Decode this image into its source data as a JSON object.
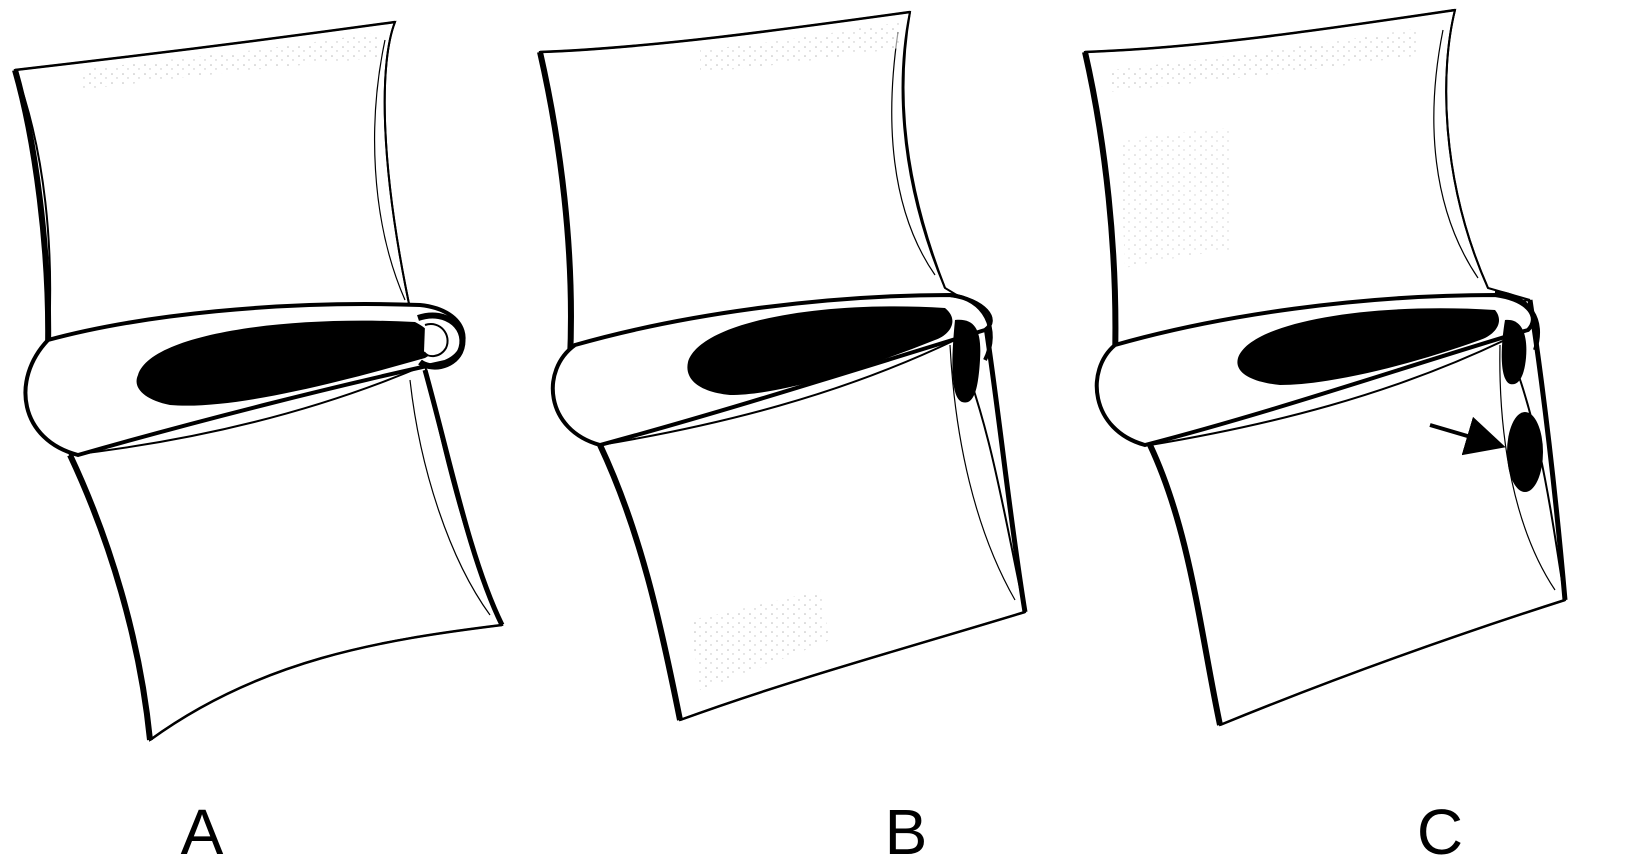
{
  "colors": {
    "background": "#ffffff",
    "ink": "#000000",
    "stipple": "#9a9a9a"
  },
  "panels": [
    {
      "label": "A"
    },
    {
      "label": "B"
    },
    {
      "label": "C"
    }
  ]
}
